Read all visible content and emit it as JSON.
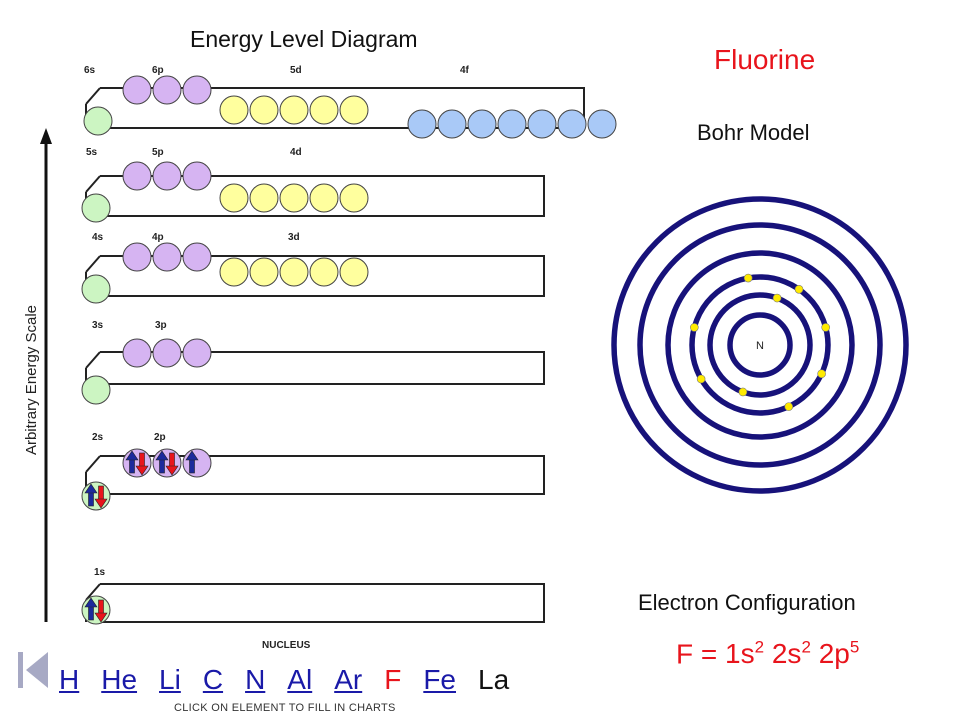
{
  "diagram": {
    "title": "Energy Level Diagram",
    "axis_label": "Arbitrary Energy Scale",
    "nucleus_label": "NUCLEUS",
    "levels": [
      {
        "sublabels": [
          "6s",
          "6p",
          "5d",
          "4f"
        ]
      },
      {
        "sublabels": [
          "5s",
          "5p",
          "4d"
        ]
      },
      {
        "sublabels": [
          "4s",
          "4p",
          "3d"
        ]
      },
      {
        "sublabels": [
          "3s",
          "3p"
        ]
      },
      {
        "sublabels": [
          "2s",
          "2p"
        ]
      },
      {
        "sublabels": [
          "1s"
        ]
      }
    ],
    "filled": {
      "1s": 2,
      "2s": 2,
      "2p": 5
    },
    "colors": {
      "s": "#ccf5c2",
      "p": "#d6b4f2",
      "d": "#ffff9e",
      "f": "#a9c9f7",
      "up": "#1c2a9c",
      "down": "#e8141c"
    }
  },
  "element": {
    "name": "Fluorine",
    "color": "#e8141c"
  },
  "bohr": {
    "title": "Bohr Model",
    "nucleus": "N",
    "electrons_per_shell": [
      2,
      7
    ],
    "ring_color": "#17127a",
    "electron_color": "#ffea00"
  },
  "config": {
    "title": "Electron Configuration",
    "symbol": "F",
    "equals": " = ",
    "terms": [
      {
        "orbital": "1s",
        "count": "2"
      },
      {
        "orbital": "2s",
        "count": "2"
      },
      {
        "orbital": "2p",
        "count": "5"
      }
    ]
  },
  "elements_bar": {
    "items": [
      "H",
      "He",
      "Li",
      "C",
      "N",
      "Al",
      "Ar",
      "F",
      "Fe",
      "La"
    ],
    "active": "F"
  },
  "hint": "CLICK  ON ELEMENT TO FILL IN CHARTS"
}
